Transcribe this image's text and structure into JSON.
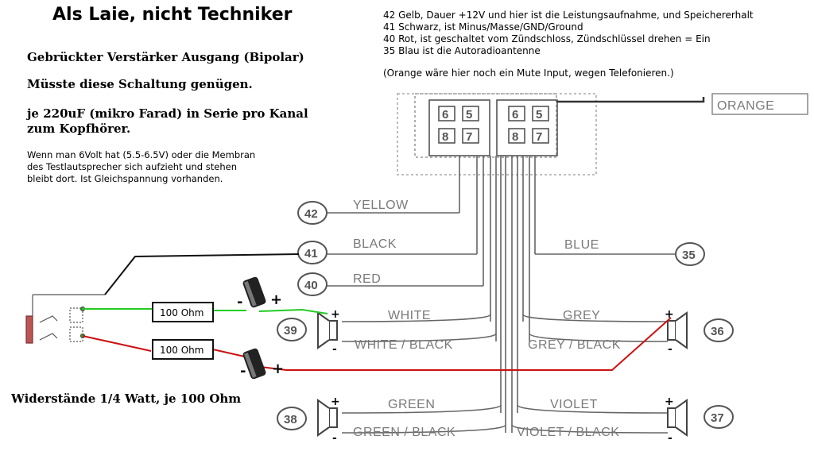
{
  "title": "Als Laie, nicht Techniker",
  "left_notes": {
    "line1": "Gebrückter Verstärker Ausgang (Bipolar)",
    "line2": "Müsste diese Schaltung genügen.",
    "line3a": "je 220uF  (mikro Farad) in Serie pro Kanal",
    "line3b": "zum Kopfhörer.",
    "small1": "Wenn man 6Volt hat (5.5-6.5V) oder die Membran",
    "small2": "des Testlautsprecher sich aufzieht und stehen",
    "small3": "bleibt dort. Ist Gleichspannung vorhanden.",
    "resistors_note": "Widerstände 1/4 Watt, je 100 Ohm"
  },
  "right_notes": {
    "n42": "42 Gelb, Dauer +12V und hier ist die Leistungsaufnahme, und Speichererhalt",
    "n41": "41 Schwarz, ist Minus/Masse/GND/Ground",
    "n40": "40 Rot, ist geschaltet vom Zündschloss, Zündschlüssel drehen = Ein",
    "n35": "35 Blau ist die Autoradioantenne",
    "orange": "(Orange wäre hier noch ein Mute Input, wegen Telefonieren.)"
  },
  "diagram": {
    "connector_pins": [
      "6",
      "5",
      "8",
      "7",
      "6",
      "5",
      "8",
      "7"
    ],
    "wire_labels": {
      "orange": "ORANGE",
      "yellow": "YELLOW",
      "black": "BLACK",
      "red": "RED",
      "blue": "BLUE",
      "white": "WHITE",
      "white_black": "WHITE / BLACK",
      "grey": "GREY",
      "grey_black": "GREY / BLACK",
      "green": "GREEN",
      "green_black": "GREEN / BLACK",
      "violet": "VIOLET",
      "violet_black": "VIOLET / BLACK"
    },
    "pin_numbers": {
      "p42": "42",
      "p41": "41",
      "p40": "40",
      "p35": "35",
      "p39": "39",
      "p36": "36",
      "p38": "38",
      "p37": "37"
    },
    "resistor1": "100 Ohm",
    "resistor2": "100 Ohm",
    "minus": "-",
    "plus": "+",
    "wire_colors": {
      "green": "#22cc22",
      "red": "#cc1111",
      "black": "#111111"
    }
  }
}
